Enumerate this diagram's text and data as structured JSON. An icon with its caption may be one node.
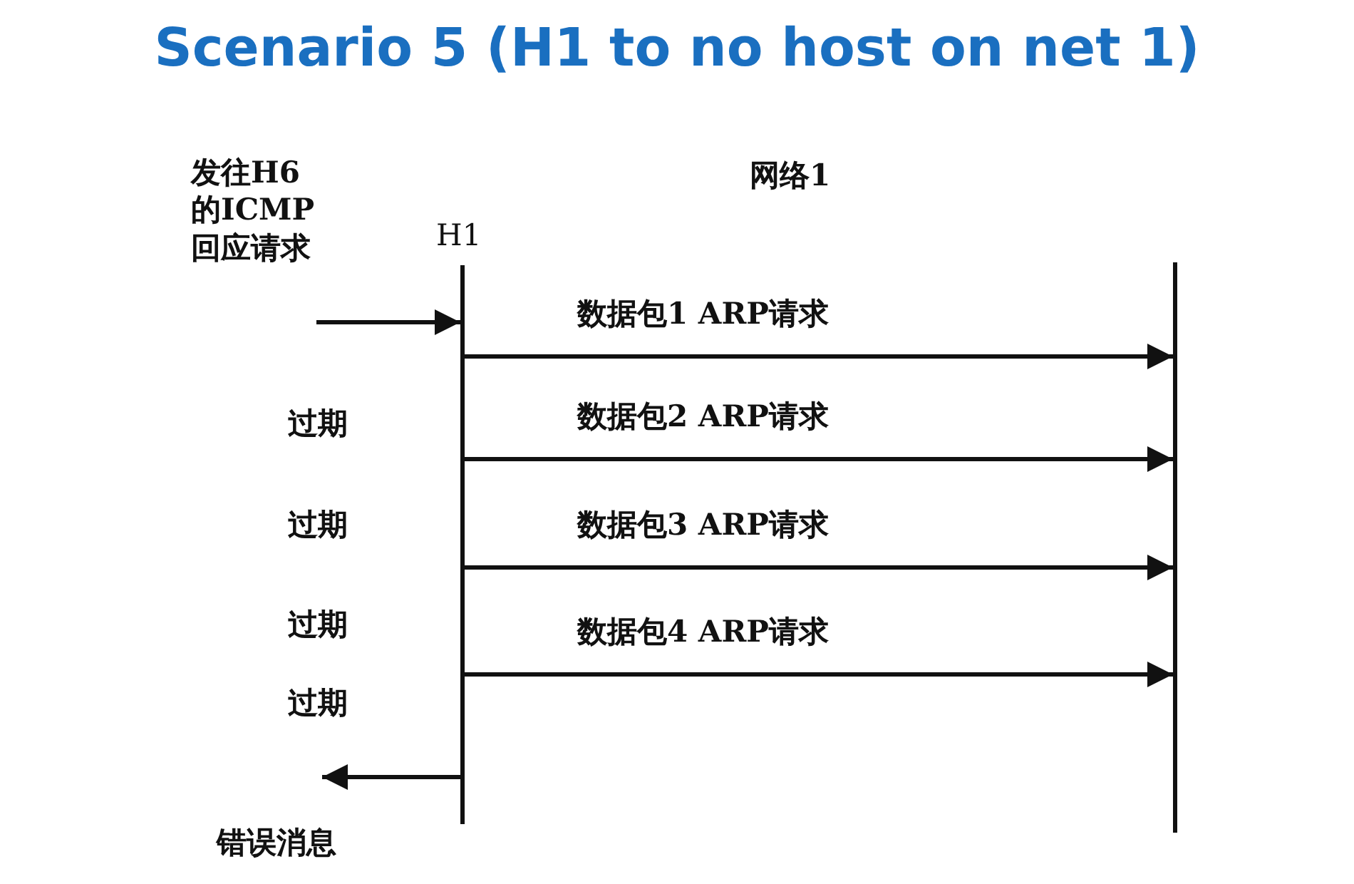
{
  "diagram": {
    "title": "Scenario 5 (H1 to no host on net 1)",
    "nodes": [
      {
        "text": [],
        "shape": "bar",
        "beside": [
          "H1"
        ]
      },
      {
        "text": [],
        "shape": "bar"
      }
    ],
    "edges": [
      {
        "from": null,
        "to": 0,
        "arrow": "to"
      },
      {
        "from": 0,
        "to": 1,
        "arrow": "to",
        "label": "数据包1 ARP请求"
      },
      {
        "from": 0,
        "to": 1,
        "arrow": "to",
        "label": "数据包2 ARP请求"
      },
      {
        "from": 0,
        "to": 1,
        "arrow": "to",
        "label": "数据包3 ARP请求"
      },
      {
        "from": 0,
        "to": 1,
        "arrow": "to",
        "label": "数据包4 ARP请求"
      },
      {
        "from": 0,
        "to": null,
        "arrow": "to"
      }
    ],
    "labels": [
      "发往H6的ICMP回应请求",
      "网络1",
      "过期",
      "过期",
      "过期",
      "过期",
      "错误消息"
    ]
  }
}
